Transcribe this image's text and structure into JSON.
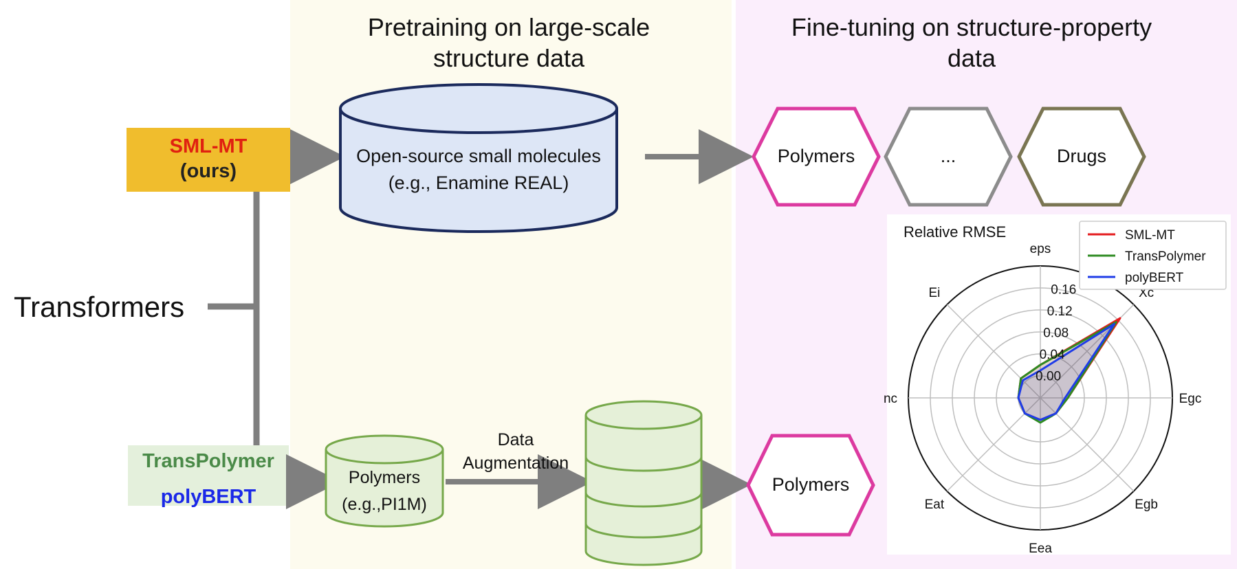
{
  "pretraining": {
    "title_lines": [
      "Pretraining on large-scale",
      "structure data"
    ],
    "big_db": [
      "Open-source small molecules",
      "(e.g., Enamine REAL)"
    ],
    "polymer_db": [
      "Polymers",
      "(e.g.,PI1M)"
    ],
    "augmentation": [
      "Data",
      "Augmentation"
    ]
  },
  "finetuning": {
    "title_lines": [
      "Fine-tuning on structure-property",
      "data"
    ],
    "hexagons": [
      "Polymers",
      "...",
      "Drugs"
    ],
    "hexagon_bottom": "Polymers"
  },
  "models": {
    "ours_name": "SML-MT",
    "ours_tag": "(ours)",
    "baseline_1": "TransPolymer",
    "baseline_2": "polyBERT",
    "family_label": "Transformers"
  },
  "colors": {
    "yellow_panel": "#fdfbee",
    "pink_panel": "#fbeefc",
    "ours_box": "#f0bd2d",
    "ours_text": "#e02010",
    "baseline_box": "#e4f0dc",
    "transpolymer_text": "#4a8a48",
    "polybert_text": "#1a28e8",
    "db_fill": "#dde6f6",
    "db_stroke": "#1b2a5c",
    "green_fill": "#e5f0d8",
    "green_stroke": "#76a84a",
    "hex_pink": "#dc3aa0",
    "hex_gray": "#8c8c8c",
    "hex_olive": "#7a7552",
    "arrow": "#7f7f7f"
  },
  "chart_data": {
    "type": "radar",
    "title": "Relative RMSE",
    "axes": [
      "Xc",
      "Egc",
      "Egb",
      "Eea",
      "Eat",
      "nc",
      "Ei",
      "eps"
    ],
    "r_ticks": [
      0.0,
      0.04,
      0.08,
      0.12,
      0.16
    ],
    "r_tick_labels": [
      "0.00",
      "0.04",
      "0.08",
      "0.12",
      "0.16"
    ],
    "rlim": [
      -0.04,
      0.2
    ],
    "legend": "top-right",
    "series": [
      {
        "name": "SML-MT",
        "color": "#e41a1c",
        "values": [
          0.165,
          0.01,
          0.0,
          0.0,
          0.0,
          0.0,
          0.01,
          0.02
        ]
      },
      {
        "name": "TransPolymer",
        "color": "#2e8b22",
        "values": [
          0.155,
          0.01,
          0.0,
          0.005,
          0.0,
          0.0,
          0.01,
          0.02
        ]
      },
      {
        "name": "polyBERT",
        "color": "#1f3ce8",
        "values": [
          0.15,
          0.005,
          0.0,
          0.0,
          0.0,
          0.0,
          0.005,
          0.01
        ]
      }
    ]
  }
}
